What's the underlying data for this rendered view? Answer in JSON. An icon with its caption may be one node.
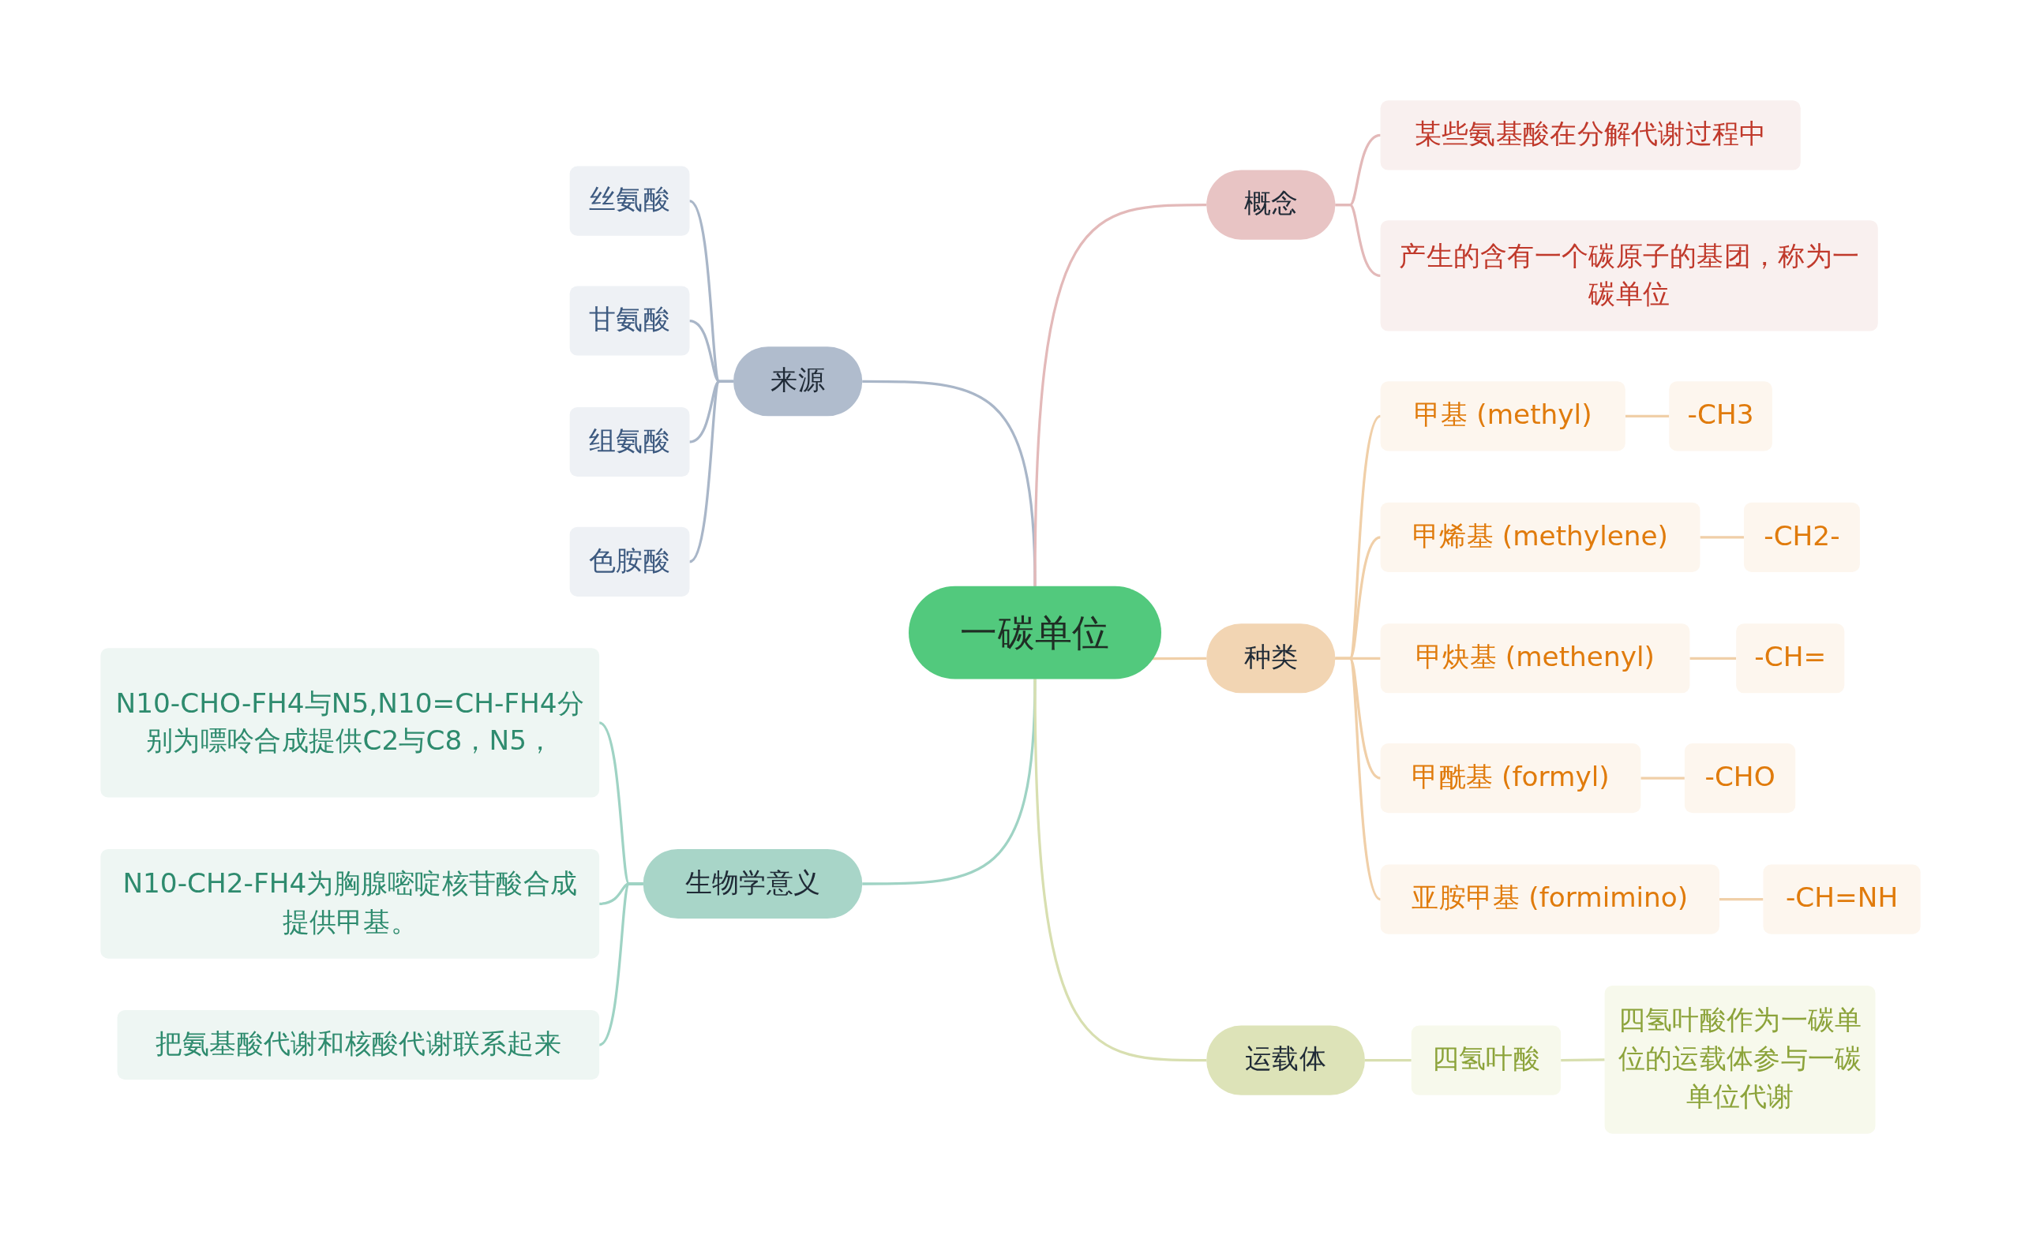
{
  "diagram": {
    "nodes": [
      {
        "text": [
          "一碳单位"
        ]
      },
      {
        "text": [
          "来源"
        ]
      },
      {
        "text": [
          "丝氨酸"
        ]
      },
      {
        "text": [
          "甘氨酸"
        ]
      },
      {
        "text": [
          "组氨酸"
        ]
      },
      {
        "text": [
          "色胺酸"
        ]
      },
      {
        "text": [
          "生物学意义"
        ]
      },
      {
        "text": [
          "N10-CHO-FH4与N5,N10=CH-FH4分别为嘌呤合成提供C2与C8，N5，"
        ]
      },
      {
        "text": [
          "N10-CH2-FH4为胸腺嘧啶核苷酸合成提供甲基。"
        ]
      },
      {
        "text": [
          "把氨基酸代谢和核酸代谢联系起来"
        ]
      },
      {
        "text": [
          "概念"
        ]
      },
      {
        "text": [
          "某些氨基酸在分解代谢过程中"
        ]
      },
      {
        "text": [
          "产生的含有一个碳原子的基团，称为一碳单位"
        ]
      },
      {
        "text": [
          "种类"
        ]
      },
      {
        "text": [
          "甲基 (methyl)"
        ]
      },
      {
        "text": [
          "-CH3"
        ]
      },
      {
        "text": [
          "甲烯基 (methylene)"
        ]
      },
      {
        "text": [
          "-CH2-"
        ]
      },
      {
        "text": [
          "甲炔基 (methenyl)"
        ]
      },
      {
        "text": [
          "-CH="
        ]
      },
      {
        "text": [
          "甲酰基 (formyl)"
        ]
      },
      {
        "text": [
          "-CHO"
        ]
      },
      {
        "text": [
          "亚胺甲基 (formimino)"
        ]
      },
      {
        "text": [
          "-CH=NH"
        ]
      },
      {
        "text": [
          "运载体"
        ]
      },
      {
        "text": [
          "四氢叶酸"
        ]
      },
      {
        "text": [
          "四氢叶酸作为一碳单位的运载体参与一碳单位代谢"
        ]
      }
    ],
    "edges": [
      {
        "from": 0,
        "to": 1,
        "arrow": "none",
        "color": "#a9b6c8"
      },
      {
        "from": 1,
        "to": 2,
        "arrow": "none",
        "color": "#a9b6c8"
      },
      {
        "from": 1,
        "to": 3,
        "arrow": "none",
        "color": "#a9b6c8"
      },
      {
        "from": 1,
        "to": 4,
        "arrow": "none",
        "color": "#a9b6c8"
      },
      {
        "from": 1,
        "to": 5,
        "arrow": "none",
        "color": "#a9b6c8"
      },
      {
        "from": 0,
        "to": 6,
        "arrow": "none",
        "color": "#9fd3c4"
      },
      {
        "from": 6,
        "to": 7,
        "arrow": "none",
        "color": "#9fd3c4"
      },
      {
        "from": 6,
        "to": 8,
        "arrow": "none",
        "color": "#9fd3c4"
      },
      {
        "from": 6,
        "to": 9,
        "arrow": "none",
        "color": "#9fd3c4"
      },
      {
        "from": 0,
        "to": 10,
        "arrow": "none",
        "color": "#e3b9b9"
      },
      {
        "from": 10,
        "to": 11,
        "arrow": "none",
        "color": "#e3b9b9"
      },
      {
        "from": 10,
        "to": 12,
        "arrow": "none",
        "color": "#e3b9b9"
      },
      {
        "from": 0,
        "to": 13,
        "arrow": "none",
        "color": "#f0cfa8"
      },
      {
        "from": 13,
        "to": 14,
        "arrow": "none",
        "color": "#f0cfa8"
      },
      {
        "from": 14,
        "to": 15,
        "arrow": "none",
        "color": "#f0cfa8"
      },
      {
        "from": 13,
        "to": 16,
        "arrow": "none",
        "color": "#f0cfa8"
      },
      {
        "from": 16,
        "to": 17,
        "arrow": "none",
        "color": "#f0cfa8"
      },
      {
        "from": 13,
        "to": 18,
        "arrow": "none",
        "color": "#f0cfa8"
      },
      {
        "from": 18,
        "to": 19,
        "arrow": "none",
        "color": "#f0cfa8"
      },
      {
        "from": 13,
        "to": 20,
        "arrow": "none",
        "color": "#f0cfa8"
      },
      {
        "from": 20,
        "to": 21,
        "arrow": "none",
        "color": "#f0cfa8"
      },
      {
        "from": 13,
        "to": 22,
        "arrow": "none",
        "color": "#f0cfa8"
      },
      {
        "from": 22,
        "to": 23,
        "arrow": "none",
        "color": "#f0cfa8"
      },
      {
        "from": 0,
        "to": 24,
        "arrow": "none",
        "color": "#d8dfb0"
      },
      {
        "from": 24,
        "to": 25,
        "arrow": "none",
        "color": "#d8dfb0"
      },
      {
        "from": 25,
        "to": 26,
        "arrow": "none",
        "color": "#d8dfb0"
      }
    ]
  }
}
